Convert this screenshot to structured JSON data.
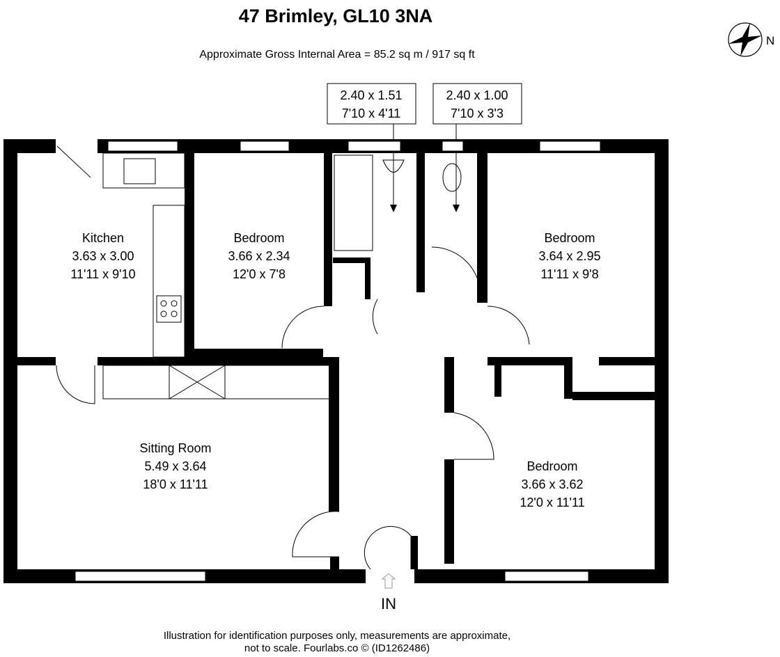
{
  "header": {
    "title": "47 Brimley, GL10 3NA",
    "area": "Approximate Gross Internal Area = 85.2 sq m / 917 sq ft"
  },
  "compass": {
    "label": "N"
  },
  "rooms": [
    {
      "name": "Kitchen",
      "metric": "3.63 x 3.00",
      "imperial": "11'11 x 9'10"
    },
    {
      "name": "Bedroom",
      "metric": "3.66 x 2.34",
      "imperial": "12'0 x 7'8"
    },
    {
      "name": "Bedroom",
      "metric": "3.64 x 2.95",
      "imperial": "11'11 x 9'8"
    },
    {
      "name": "Sitting Room",
      "metric": "5.49 x 3.64",
      "imperial": "18'0 x 11'11"
    },
    {
      "name": "Bedroom",
      "metric": "3.66 x 3.62",
      "imperial": "12'0 x 11'11"
    }
  ],
  "callouts": [
    {
      "metric": "2.40 x 1.51",
      "imperial": "7'10 x 4'11"
    },
    {
      "metric": "2.40 x 1.00",
      "imperial": "7'10 x 3'3"
    }
  ],
  "entrance": "IN",
  "footer": {
    "line1": "Illustration for identification purposes only, measurements are approximate,",
    "line2": "not to scale. Fourlabs.co © (ID1262486)"
  }
}
